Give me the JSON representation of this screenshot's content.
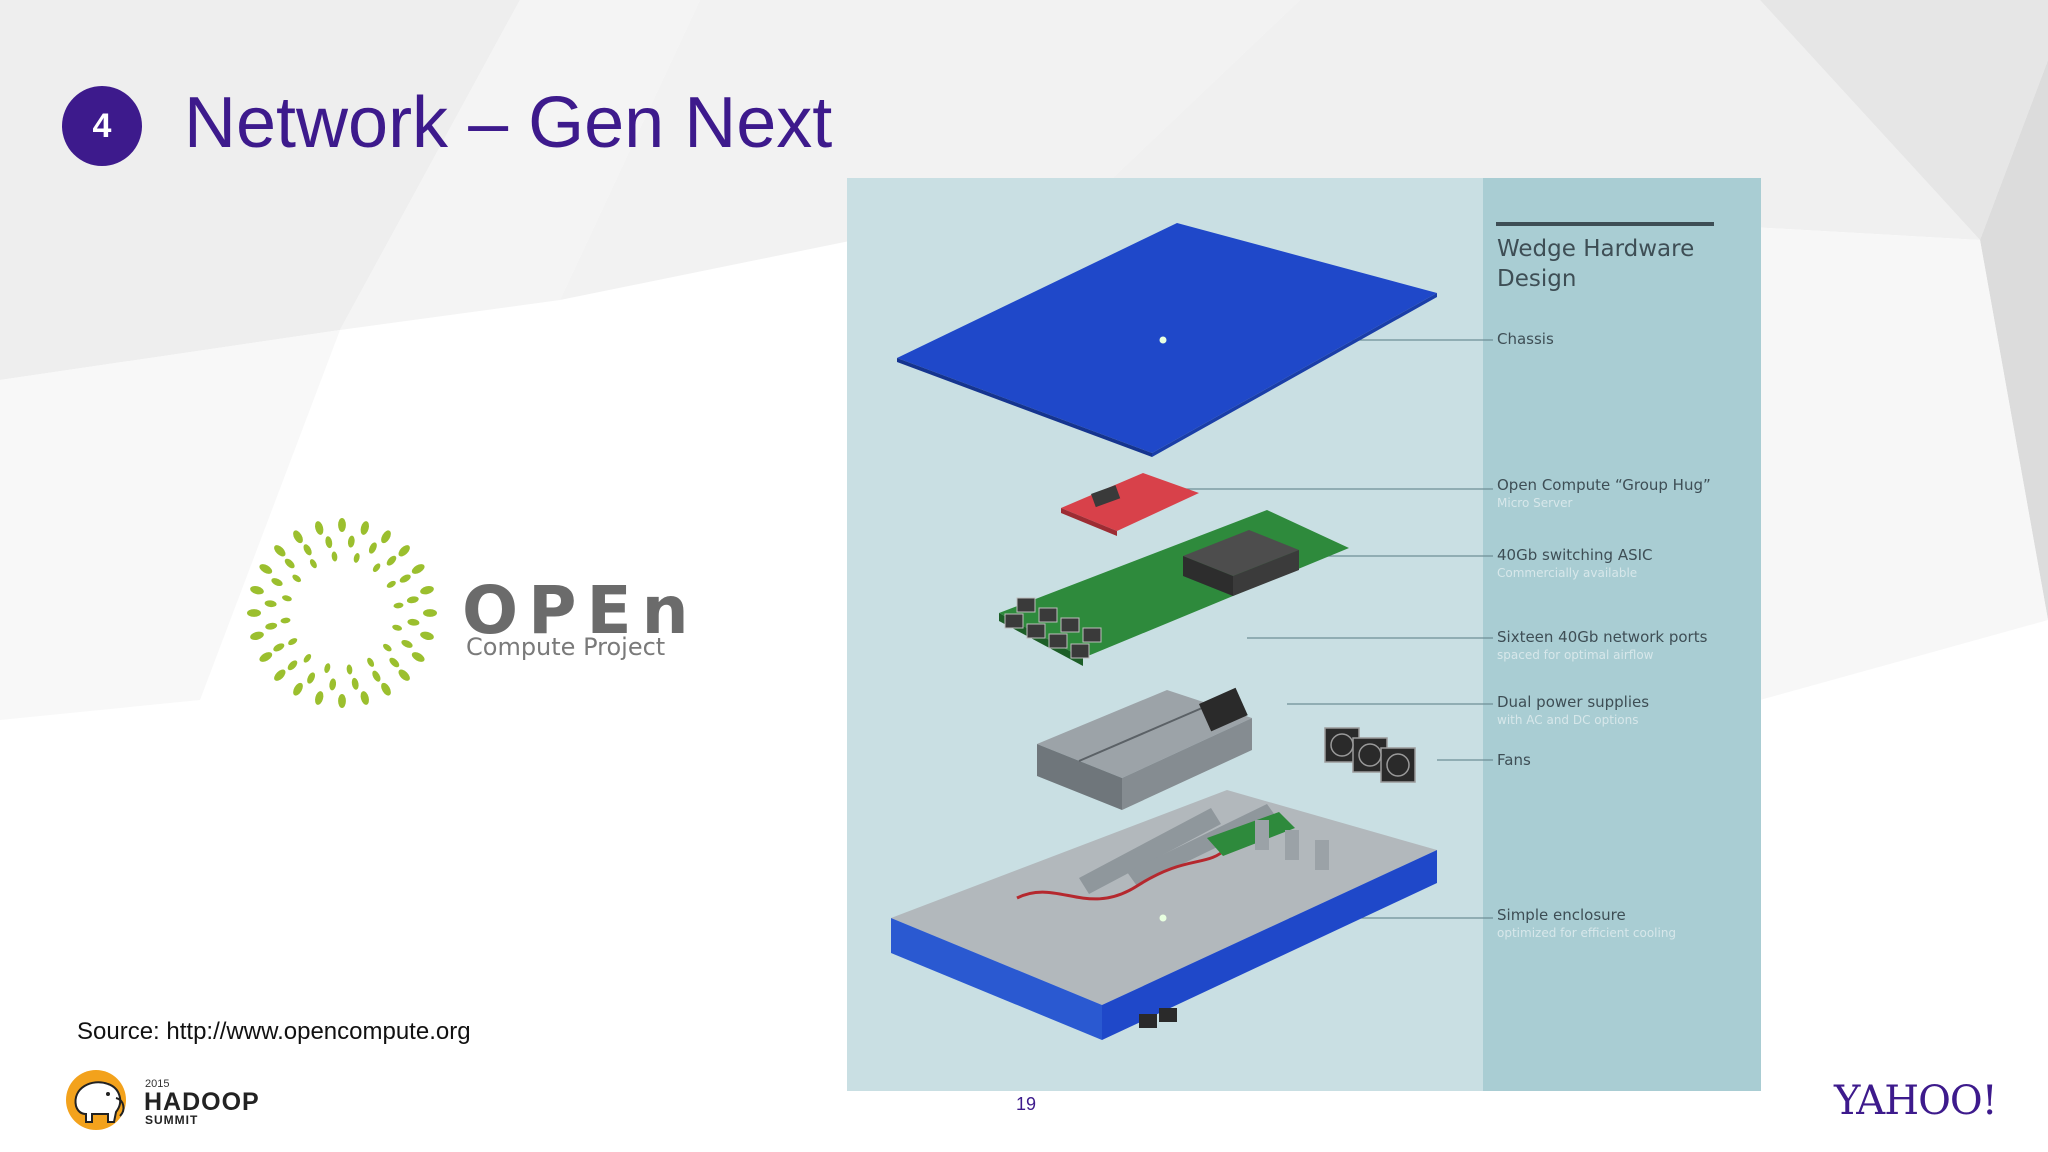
{
  "slide": {
    "number": "4",
    "title": "Network – Gen Next",
    "page_number": "19",
    "source": "Source: http://www.opencompute.org"
  },
  "ocp_logo": {
    "wordmark": "OPEn",
    "subtitle": "Compute Project",
    "color_leaf": "#9bbf2e",
    "color_text": "#6b6b6b"
  },
  "diagram": {
    "title_line1": "Wedge Hardware",
    "title_line2": "Design",
    "labels": [
      {
        "title": "Chassis",
        "sub": ""
      },
      {
        "title": "Open Compute “Group Hug”",
        "sub": "Micro Server"
      },
      {
        "title": "40Gb switching ASIC",
        "sub": "Commercially available"
      },
      {
        "title": "Sixteen 40Gb network ports",
        "sub": "spaced for optimal airflow"
      },
      {
        "title": "Dual power supplies",
        "sub": "with AC and DC options"
      },
      {
        "title": "Fans",
        "sub": ""
      },
      {
        "title": "Simple enclosure",
        "sub": "optimized for efficient cooling"
      }
    ],
    "colors": {
      "chassis": "#1f48c9",
      "panel": "#a9cdd3",
      "background": "#c9dfe3",
      "board": "#2e8a3c",
      "micro_server": "#d8414a"
    }
  },
  "footer": {
    "hadoop_year": "2015",
    "hadoop_word": "HADOOP",
    "hadoop_summit": "SUMMIT",
    "yahoo": "YAHOO!"
  },
  "theme": {
    "accent": "#3d1a8c"
  }
}
